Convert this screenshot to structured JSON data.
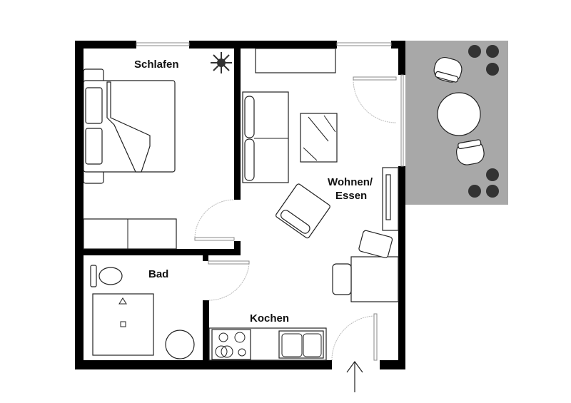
{
  "rooms": {
    "schlafen": "Schlafen",
    "wohnen_line1": "Wohnen/",
    "wohnen_line2": "Essen",
    "bad": "Bad",
    "kochen": "Kochen"
  },
  "colors": {
    "wall": "#000000",
    "balcony": "#a8a8a8",
    "background": "#ffffff"
  },
  "icons": [
    "plant-icon",
    "entrance-arrow-icon"
  ]
}
